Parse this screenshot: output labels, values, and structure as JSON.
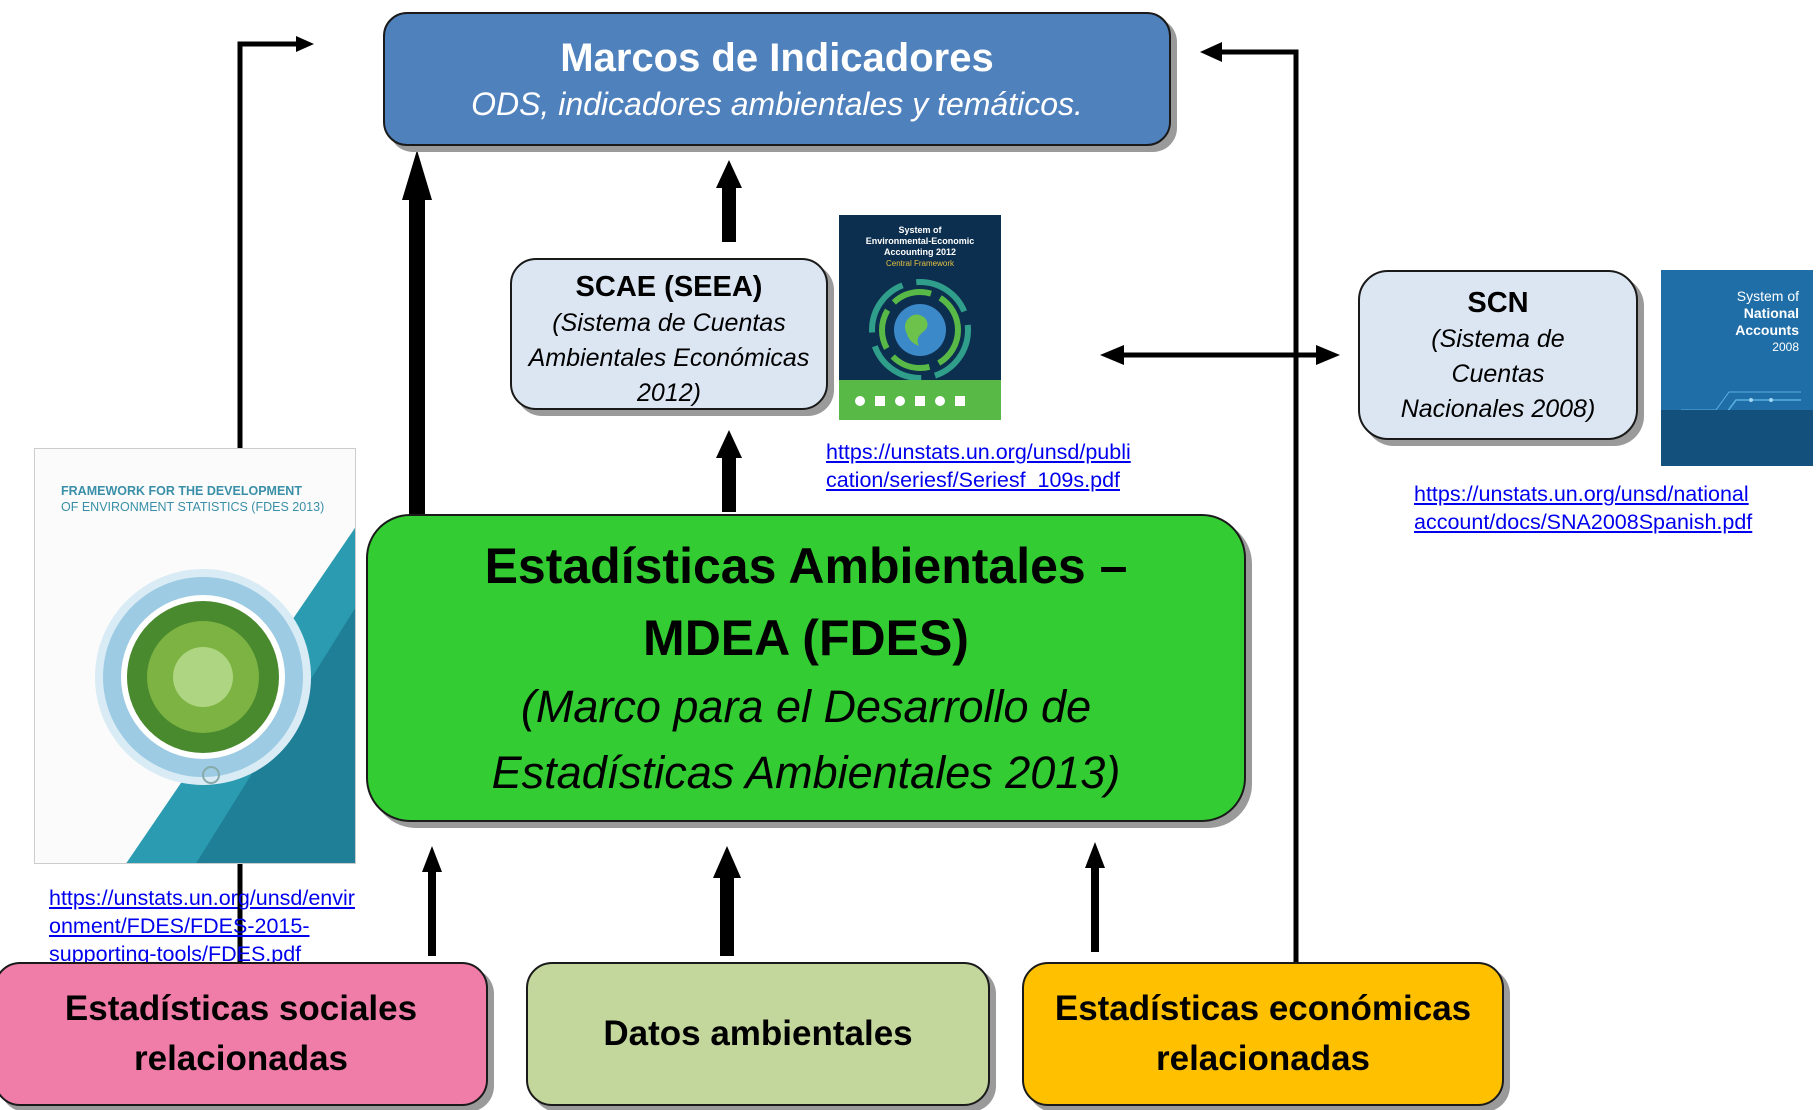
{
  "indicators": {
    "title": "Marcos de Indicadores",
    "subtitle": "ODS, indicadores ambientales y temáticos."
  },
  "seea": {
    "title": "SCAE (SEEA)",
    "lines": [
      "(Sistema de Cuentas",
      "Ambientales Económicas",
      "2012)"
    ]
  },
  "scn": {
    "title": "SCN",
    "lines": [
      "(Sistema de",
      "Cuentas",
      "Nacionales 2008)"
    ]
  },
  "fdes": {
    "title_lines": [
      "Estadísticas Ambientales –",
      "MDEA (FDES)"
    ],
    "subtitle_lines": [
      "(Marco para el Desarrollo de",
      "Estadísticas Ambientales 2013)"
    ]
  },
  "inputs": {
    "social": [
      "Estadísticas sociales",
      "relacionadas"
    ],
    "env_data": "Datos ambientales",
    "economic": [
      "Estadísticas económicas",
      "relacionadas"
    ]
  },
  "links": {
    "seea": [
      "https://unstats.un.org/unsd/publi",
      "cation/seriesf/Seriesf_109s.pdf"
    ],
    "scn": [
      "https://unstats.un.org/unsd/national",
      "account/docs/SNA2008Spanish.pdf"
    ],
    "fdes": [
      "https://unstats.un.org/unsd/envir",
      "onment/FDES/FDES-2015-",
      "supporting-tools/FDES.pdf"
    ]
  },
  "covers": {
    "seea": {
      "title_lines": [
        "System of",
        "Environmental-Economic",
        "Accounting 2012"
      ],
      "subtitle": "Central Framework",
      "icon": "globe-icon"
    },
    "scn": {
      "title_lines": [
        "System of",
        "National",
        "Accounts",
        "2008"
      ],
      "icon": "circuit-lines-icon"
    },
    "fdes": {
      "title_lines": [
        "FRAMEWORK FOR THE DEVELOPMENT",
        "OF ENVIRONMENT STATISTICS (FDES 2013)"
      ],
      "icon": "forest-circle-icon"
    }
  },
  "colors": {
    "indicators": "#4f81bd",
    "seea_scn": "#dce6f2",
    "fdes": "#33cc33",
    "social": "#f07ca8",
    "env_data": "#c3d69b",
    "economic": "#ffc000",
    "link": "#0000ee"
  }
}
